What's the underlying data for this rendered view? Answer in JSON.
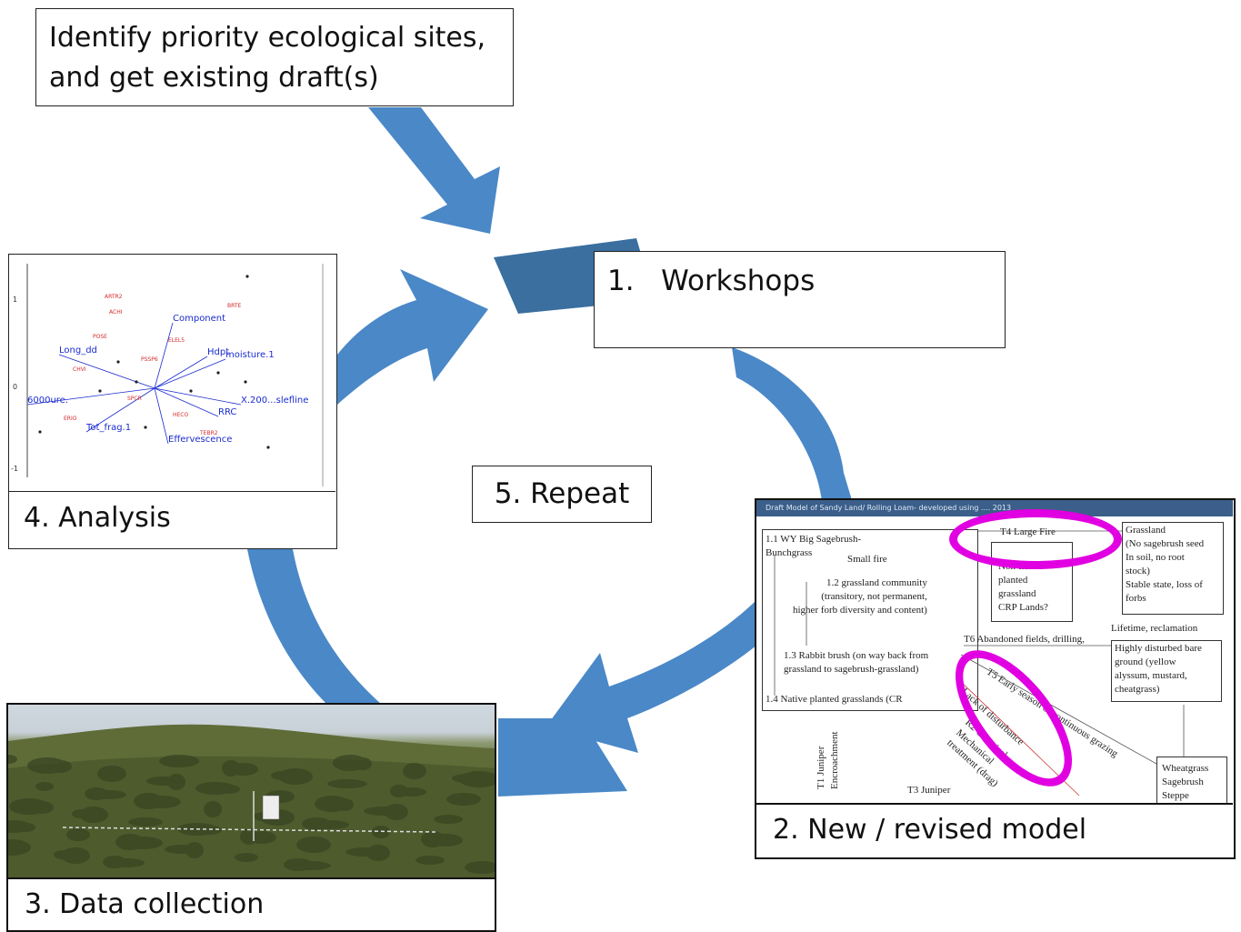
{
  "steps": {
    "intro_line1": "Identify priority ecological sites,",
    "intro_line2": "and get existing draft(s)",
    "workshops": "1.   Workshops",
    "model": "2. New / revised model",
    "data_collection": "3. Data collection",
    "analysis": "4. Analysis",
    "repeat": "5. Repeat"
  },
  "colors": {
    "arrow": "#4a88c7",
    "arrow_dark": "#3a6f9f",
    "highlight_ring": "#e100e1"
  },
  "analysis_plot": {
    "blue_labels": [
      "Component",
      "Long_dd",
      "Hdpt",
      "moisture.1",
      "X.200...slefline",
      "RRC",
      "Tot_frag.1",
      "Effervescence",
      "6000ure."
    ],
    "red_labels": [
      "ARTR2",
      "ACHI",
      "BRTE",
      "POSE",
      "PSSP6",
      "ELEL5",
      "CHVI",
      "SPCR",
      "HECO",
      "TEBR2",
      "ERIO"
    ],
    "axis_ticks": [
      "1",
      "0",
      "-1"
    ]
  },
  "model_image": {
    "header": "Draft Model of Sandy Land/ Rolling Loam- developed using ....                                       2013",
    "state_1": "1.1 WY Big Sagebrush-\nBunchgrass",
    "small_fire": "Small fire",
    "state_1_2": "1.2 grassland community\n(transitory, not permanent,\nhigher forb diversity and content)",
    "state_1_3": "1.3 Rabbit brush (on way back from\ngrassland to sagebrush-grassland)",
    "state_1_4": "1.4 Native planted grasslands (CR",
    "t4": "T4 Large Fire",
    "nonnative": "Non-native\nplanted\ngrassland\nCRP Lands?",
    "grassland": "Grassland\n(No sagebrush seed\nIn soil, no root\nstock)\nStable state, loss of\nforbs",
    "lifetime": "Lifetime, reclamation",
    "t6": "T6 Abandoned fields, drilling,",
    "disturbed": "Highly disturbed bare\nground (yellow\nalyssum, mustard,\ncheatgrass)",
    "t5": "T5 Early season or continuous grazing",
    "lack": "Lack of disturbance",
    "r2": "R2 Chemical\nMechanical\ntreatment (drag)",
    "t1": "T1 Juniper\nEncroachment",
    "t3": "T3 Juniper",
    "wheatgrass": "Wheatgrass\nSagebrush\nSteppe"
  }
}
